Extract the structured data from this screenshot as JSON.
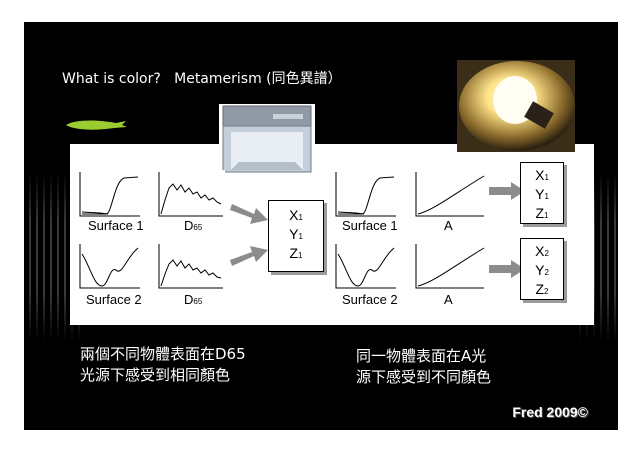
{
  "slide": {
    "title": "What is color?   Metamerism (同色異譜）",
    "left_panel": {
      "surface1_label": "Surface 1",
      "surface2_label": "Surface 2",
      "illuminant_label": "D",
      "illuminant_sub": "65",
      "result": {
        "x": "X",
        "x_sub": "1",
        "y": "Y",
        "y_sub": "1",
        "z": "Z",
        "z_sub": "1"
      }
    },
    "right_panel": {
      "surface1_label": "Surface 1",
      "surface2_label": "Surface 2",
      "illuminant_label": "A",
      "result1": {
        "x": "X",
        "x_sub": "1",
        "y": "Y",
        "y_sub": "1",
        "z": "Z",
        "z_sub": "1"
      },
      "result2": {
        "x": "X",
        "x_sub": "2",
        "y": "Y",
        "y_sub": "2",
        "z": "Z",
        "z_sub": "2"
      }
    },
    "caption_left": [
      "兩個不同物體表面在D65",
      "光源下感受到相同顏色"
    ],
    "caption_right": [
      "同一物體表面在A光",
      "源下感受到不同顏色"
    ],
    "footer": "Fred 2009©"
  },
  "colors": {
    "background": "#000000",
    "panel": "#ffffff",
    "arrow": "#8c8c8c",
    "brush": "#9acd32"
  }
}
